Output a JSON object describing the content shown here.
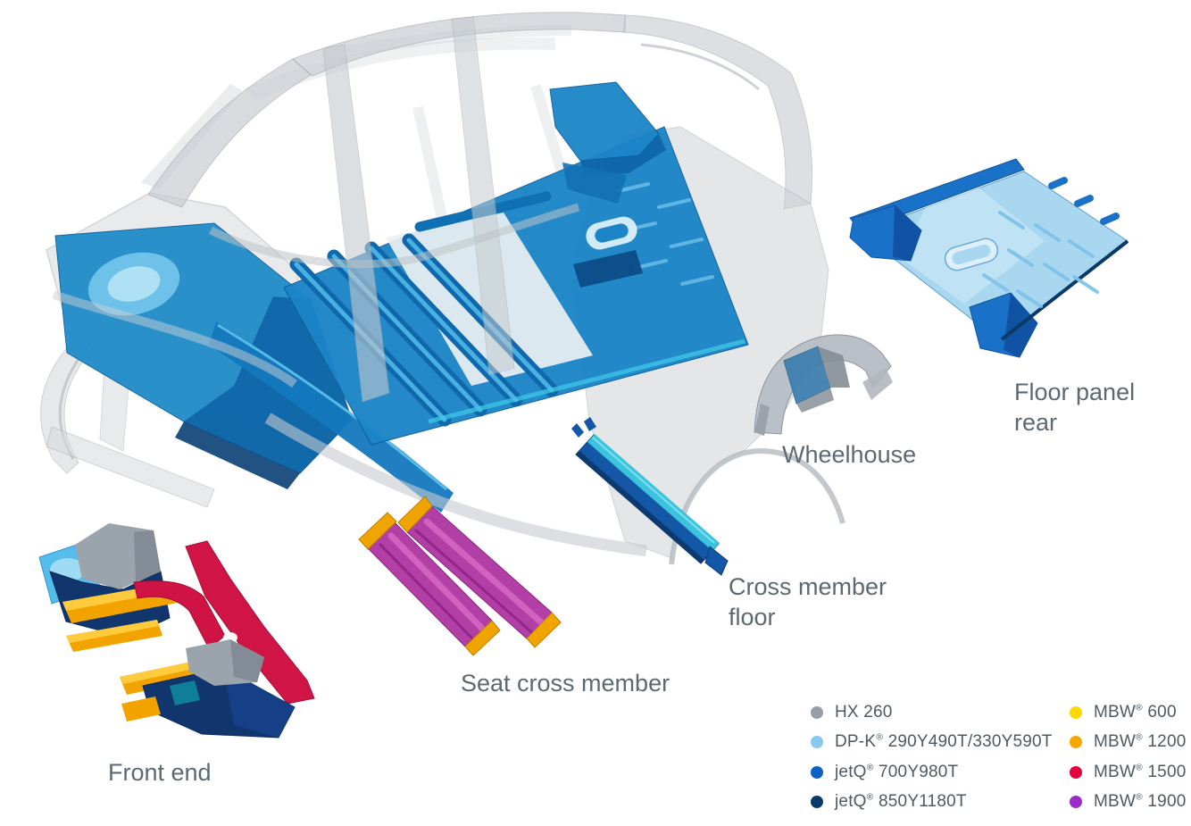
{
  "figure": {
    "background": "#ffffff",
    "label_text_color": "#5d6971",
    "legend_text_color": "#4e5a63"
  },
  "callouts": {
    "front_end": {
      "label": "Front end"
    },
    "seat_cross_member": {
      "label": "Seat cross member"
    },
    "cross_member_floor": {
      "line1": "Cross member",
      "line2": "floor"
    },
    "wheelhouse": {
      "label": "Wheelhouse"
    },
    "floor_panel_rear": {
      "line1": "Floor panel",
      "line2": "rear"
    }
  },
  "legend": {
    "items": [
      {
        "prefix": "HX 260",
        "sup": "",
        "suffix": "",
        "color": "#97a0a8"
      },
      {
        "prefix": "DP-K",
        "sup": "®",
        "suffix": " 290Y490T/330Y590T",
        "color": "#89c9f1"
      },
      {
        "prefix": "jetQ",
        "sup": "®",
        "suffix": " 700Y980T",
        "color": "#0b61c4"
      },
      {
        "prefix": "jetQ",
        "sup": "®",
        "suffix": " 850Y1180T",
        "color": "#0a3a69"
      },
      {
        "prefix": "MBW",
        "sup": "®",
        "suffix": " 600",
        "color": "#fcd900"
      },
      {
        "prefix": "MBW",
        "sup": "®",
        "suffix": " 1200",
        "color": "#f9a600"
      },
      {
        "prefix": "MBW",
        "sup": "®",
        "suffix": " 1500",
        "color": "#e3003c"
      },
      {
        "prefix": "MBW",
        "sup": "®",
        "suffix": " 1900",
        "color": "#9d2bcb"
      }
    ]
  }
}
